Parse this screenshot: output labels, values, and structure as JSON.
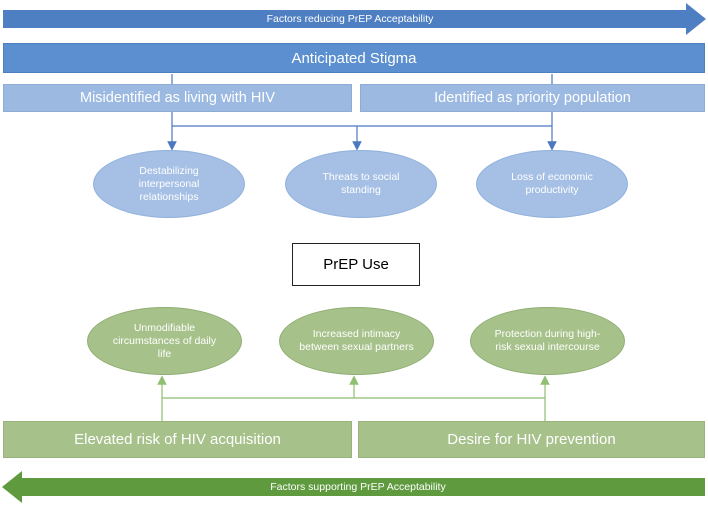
{
  "top_arrow": {
    "label": "Factors reducing PrEP Acceptability",
    "color": "#4e7fc2"
  },
  "anticipated_stigma": "Anticipated Stigma",
  "stigma_types": [
    "Misidentified as living with HIV",
    "Identified as priority population"
  ],
  "stigma_consequences": [
    "Destabilizing interpersonal relationships",
    "Threats to social standing",
    "Loss of economic productivity"
  ],
  "center": "PrEP Use",
  "support_benefits": [
    "Unmodifiable circumstances of daily life",
    "Increased intimacy between sexual partners",
    "Protection during high-risk sexual intercourse"
  ],
  "support_factors": [
    "Elevated risk of HIV acquisition",
    "Desire for HIV prevention"
  ],
  "bottom_arrow": {
    "label": "Factors supporting PrEP Acceptability",
    "color": "#5f9a3e"
  },
  "colors": {
    "blue": "#5b8fd0",
    "light_blue": "#9cb9e2",
    "green": "#a6c18a",
    "line_blue": "#4b78c0",
    "line_green": "#8fbf70"
  }
}
